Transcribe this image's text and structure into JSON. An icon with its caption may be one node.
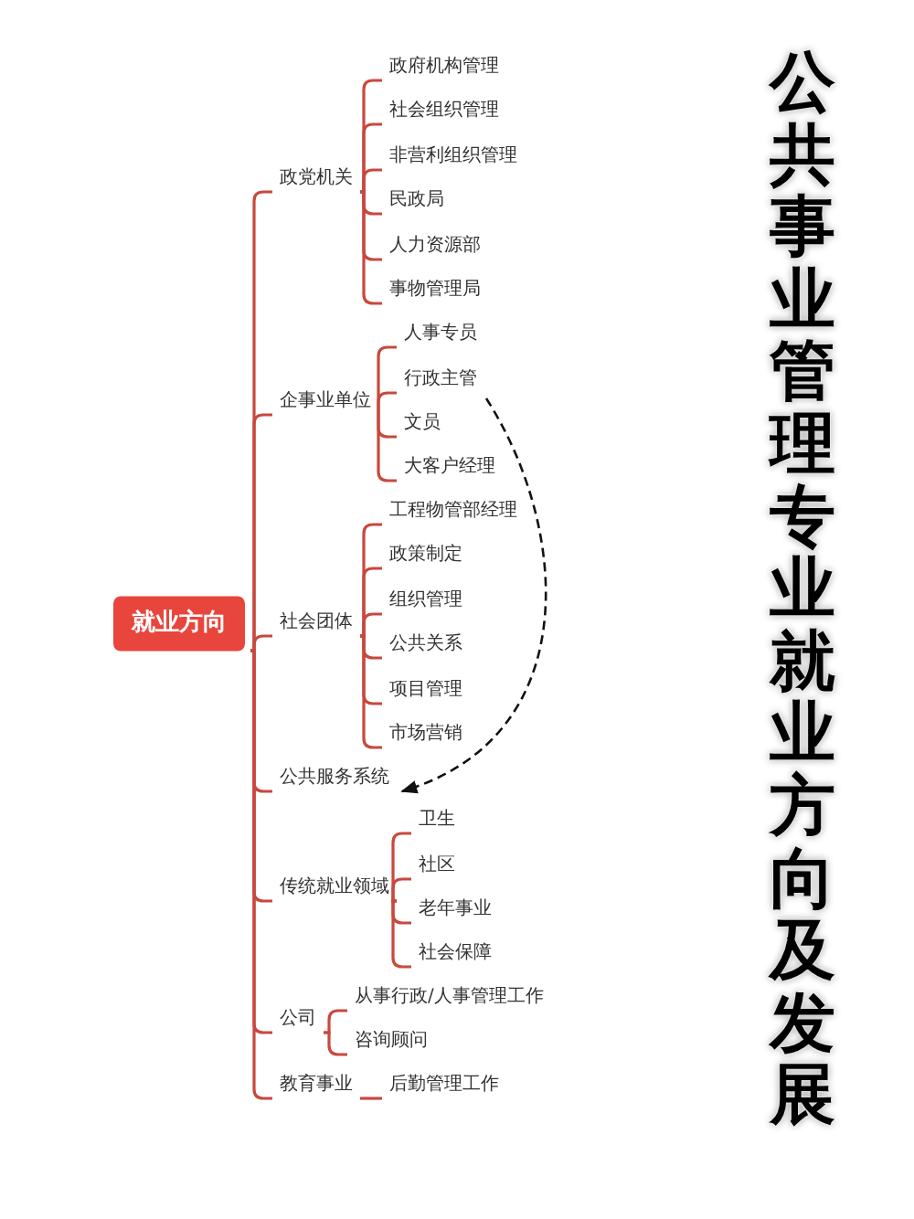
{
  "diagram": {
    "title": "公共事业管理专业就业方向及发展",
    "nodes": [
      {
        "text": [
          "就业方向"
        ]
      },
      {
        "text": [
          "政党机关"
        ]
      },
      {
        "text": [
          "政府机构管理"
        ]
      },
      {
        "text": [
          "社会组织管理"
        ]
      },
      {
        "text": [
          "非营利组织管理"
        ]
      },
      {
        "text": [
          "民政局"
        ]
      },
      {
        "text": [
          "人力资源部"
        ]
      },
      {
        "text": [
          "事物管理局"
        ]
      },
      {
        "text": [
          "企事业单位"
        ]
      },
      {
        "text": [
          "人事专员"
        ]
      },
      {
        "text": [
          "行政主管"
        ]
      },
      {
        "text": [
          "文员"
        ]
      },
      {
        "text": [
          "大客户经理"
        ]
      },
      {
        "text": [
          "社会团体"
        ]
      },
      {
        "text": [
          "工程物管部经理"
        ]
      },
      {
        "text": [
          "政策制定"
        ]
      },
      {
        "text": [
          "组织管理"
        ]
      },
      {
        "text": [
          "公共关系"
        ]
      },
      {
        "text": [
          "项目管理"
        ]
      },
      {
        "text": [
          "市场营销"
        ]
      },
      {
        "text": [
          "公共服务系统"
        ]
      },
      {
        "text": [
          "传统就业领域"
        ]
      },
      {
        "text": [
          "卫生"
        ]
      },
      {
        "text": [
          "社区"
        ]
      },
      {
        "text": [
          "老年事业"
        ]
      },
      {
        "text": [
          "社会保障"
        ]
      },
      {
        "text": [
          "公司"
        ]
      },
      {
        "text": [
          "从事行政/人事管理工作"
        ]
      },
      {
        "text": [
          "咨询顾问"
        ]
      },
      {
        "text": [
          "教育事业"
        ]
      },
      {
        "text": [
          "后勤管理工作"
        ]
      }
    ],
    "edges": [
      {
        "from": 0,
        "to": 1,
        "arrow": "none"
      },
      {
        "from": 0,
        "to": 8,
        "arrow": "none"
      },
      {
        "from": 0,
        "to": 13,
        "arrow": "none"
      },
      {
        "from": 0,
        "to": 20,
        "arrow": "none"
      },
      {
        "from": 0,
        "to": 21,
        "arrow": "none"
      },
      {
        "from": 0,
        "to": 26,
        "arrow": "none"
      },
      {
        "from": 0,
        "to": 29,
        "arrow": "none"
      },
      {
        "from": 1,
        "to": 2,
        "arrow": "none"
      },
      {
        "from": 1,
        "to": 3,
        "arrow": "none"
      },
      {
        "from": 1,
        "to": 4,
        "arrow": "none"
      },
      {
        "from": 1,
        "to": 5,
        "arrow": "none"
      },
      {
        "from": 1,
        "to": 6,
        "arrow": "none"
      },
      {
        "from": 1,
        "to": 7,
        "arrow": "none"
      },
      {
        "from": 8,
        "to": 9,
        "arrow": "none"
      },
      {
        "from": 8,
        "to": 10,
        "arrow": "none"
      },
      {
        "from": 8,
        "to": 11,
        "arrow": "none"
      },
      {
        "from": 8,
        "to": 12,
        "arrow": "none"
      },
      {
        "from": 13,
        "to": 14,
        "arrow": "none"
      },
      {
        "from": 13,
        "to": 15,
        "arrow": "none"
      },
      {
        "from": 13,
        "to": 16,
        "arrow": "none"
      },
      {
        "from": 13,
        "to": 17,
        "arrow": "none"
      },
      {
        "from": 13,
        "to": 18,
        "arrow": "none"
      },
      {
        "from": 13,
        "to": 19,
        "arrow": "none"
      },
      {
        "from": 21,
        "to": 22,
        "arrow": "none"
      },
      {
        "from": 21,
        "to": 23,
        "arrow": "none"
      },
      {
        "from": 21,
        "to": 24,
        "arrow": "none"
      },
      {
        "from": 21,
        "to": 25,
        "arrow": "none"
      },
      {
        "from": 26,
        "to": 27,
        "arrow": "none"
      },
      {
        "from": 26,
        "to": 28,
        "arrow": "none"
      },
      {
        "from": 29,
        "to": 30,
        "arrow": "none"
      },
      {
        "from": 10,
        "to": 20,
        "arrow": "to",
        "style": "dashed",
        "color": "#111111"
      }
    ]
  }
}
